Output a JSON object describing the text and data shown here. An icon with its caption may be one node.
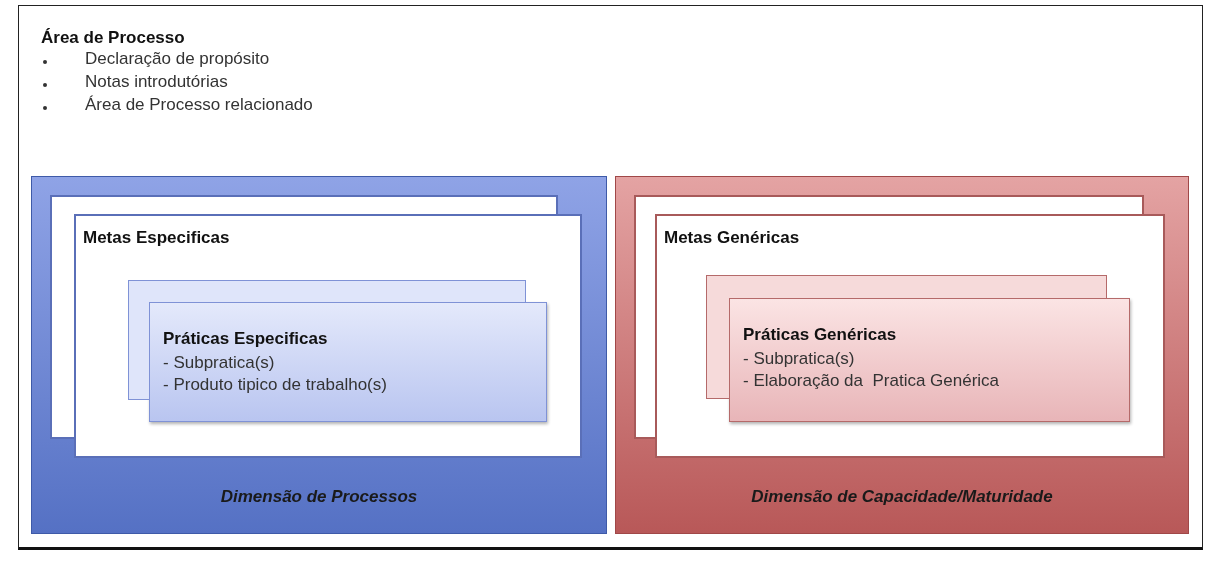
{
  "diagram": {
    "nodes": [
      {
        "text": [
          "Área de Processo",
          "Declaração de propósito",
          "Notas introdutórias",
          "Área de Processo relacionado"
        ]
      },
      {
        "text": [
          "Dimensão de Processos"
        ],
        "in": 0
      },
      {
        "text": [
          "Metas Especificas"
        ],
        "in": 1
      },
      {
        "text": [
          "Práticas Especificas",
          "- Subpratica(s)",
          "- Produto tipico de trabalho(s)"
        ],
        "in": 2
      },
      {
        "text": [
          "Dimensão de Capacidade/Maturidade"
        ],
        "in": 0
      },
      {
        "text": [
          "Metas Genéricas"
        ],
        "in": 4
      },
      {
        "text": [
          "Práticas Genéricas",
          "- Subpratica(s)",
          "- Elaboração da  Pratica Genérica"
        ],
        "in": 5
      }
    ],
    "edges": []
  }
}
